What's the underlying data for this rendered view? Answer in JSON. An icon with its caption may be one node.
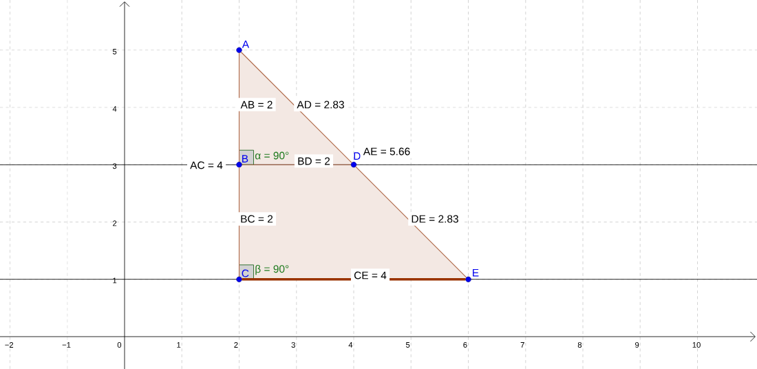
{
  "diagram": {
    "nodes": [
      {
        "text": [
          "A"
        ]
      },
      {
        "text": [
          "B"
        ]
      },
      {
        "text": [
          "C"
        ]
      },
      {
        "text": [
          "D"
        ]
      },
      {
        "text": [
          "E"
        ]
      }
    ],
    "edges": [
      {
        "from": 0,
        "to": 1,
        "arrow": "none",
        "label": "AB = 2"
      },
      {
        "from": 0,
        "to": 3,
        "arrow": "none",
        "label": "AD = 2.83"
      },
      {
        "from": 1,
        "to": 3,
        "arrow": "none",
        "label": "BD = 2"
      },
      {
        "from": 1,
        "to": 2,
        "arrow": "none",
        "label": "BC = 2"
      },
      {
        "from": 3,
        "to": 4,
        "arrow": "none",
        "label": "DE = 2.83"
      },
      {
        "from": 2,
        "to": 4,
        "arrow": "none",
        "label": "CE = 4",
        "style": "thick"
      }
    ],
    "labels": [
      "5",
      "4",
      "3",
      "2",
      "1",
      "α = 90°",
      "AC = 4",
      "AE = 5.66",
      "β = 90°",
      "−2",
      "−1",
      "0",
      "1",
      "2",
      "3",
      "4",
      "5",
      "6",
      "7",
      "8",
      "9",
      "10"
    ]
  }
}
